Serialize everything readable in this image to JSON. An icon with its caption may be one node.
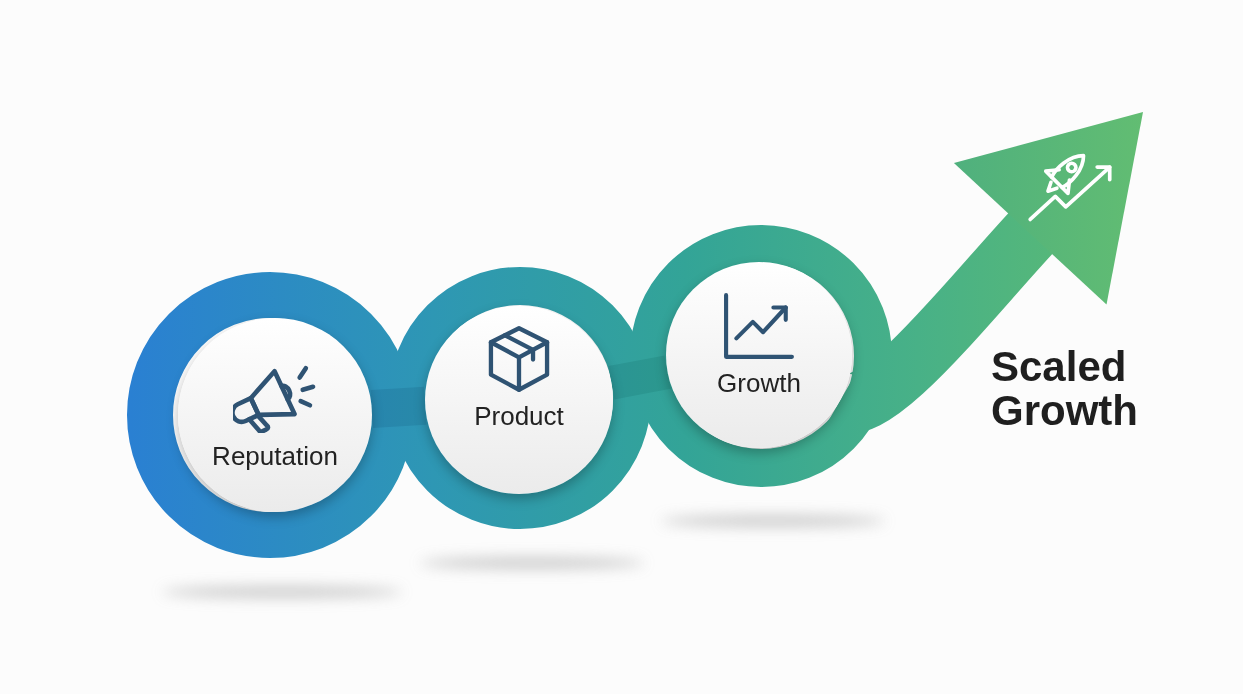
{
  "diagram": {
    "nodes": [
      {
        "text": [
          "Reputation"
        ]
      },
      {
        "text": [
          "Product"
        ]
      },
      {
        "text": [
          "Growth"
        ]
      }
    ],
    "edges": [
      {
        "from": 0,
        "to": 1,
        "arrow": "none"
      },
      {
        "from": 1,
        "to": 2,
        "arrow": "none"
      },
      {
        "from": 2,
        "to": null,
        "arrow": "to"
      }
    ],
    "labels": [
      "Scaled Growth"
    ]
  }
}
